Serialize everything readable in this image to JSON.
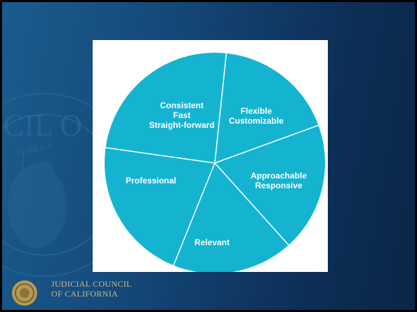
{
  "diagram": {
    "segments": [
      {
        "id": "consistent",
        "lines": [
          "Consistent",
          "Fast",
          "Straight-forward"
        ]
      },
      {
        "id": "flexible",
        "lines": [
          "Flexible",
          "Customizable"
        ]
      },
      {
        "id": "approachable",
        "lines": [
          "Approachable",
          "Responsive"
        ]
      },
      {
        "id": "relevant",
        "lines": [
          "Relevant"
        ]
      },
      {
        "id": "professional",
        "lines": [
          "Professional"
        ]
      }
    ],
    "fill_color": "#14b4d0",
    "divider_color": "#ffffff"
  },
  "background": {
    "seal_text_fragments": [
      "CIL O",
      "EUREKA"
    ],
    "gradient_colors": [
      "#1a5c8e",
      "#0a2648"
    ]
  },
  "footer": {
    "line1": "JUDICIAL COUNCIL",
    "line2": "OF CALIFORNIA"
  }
}
